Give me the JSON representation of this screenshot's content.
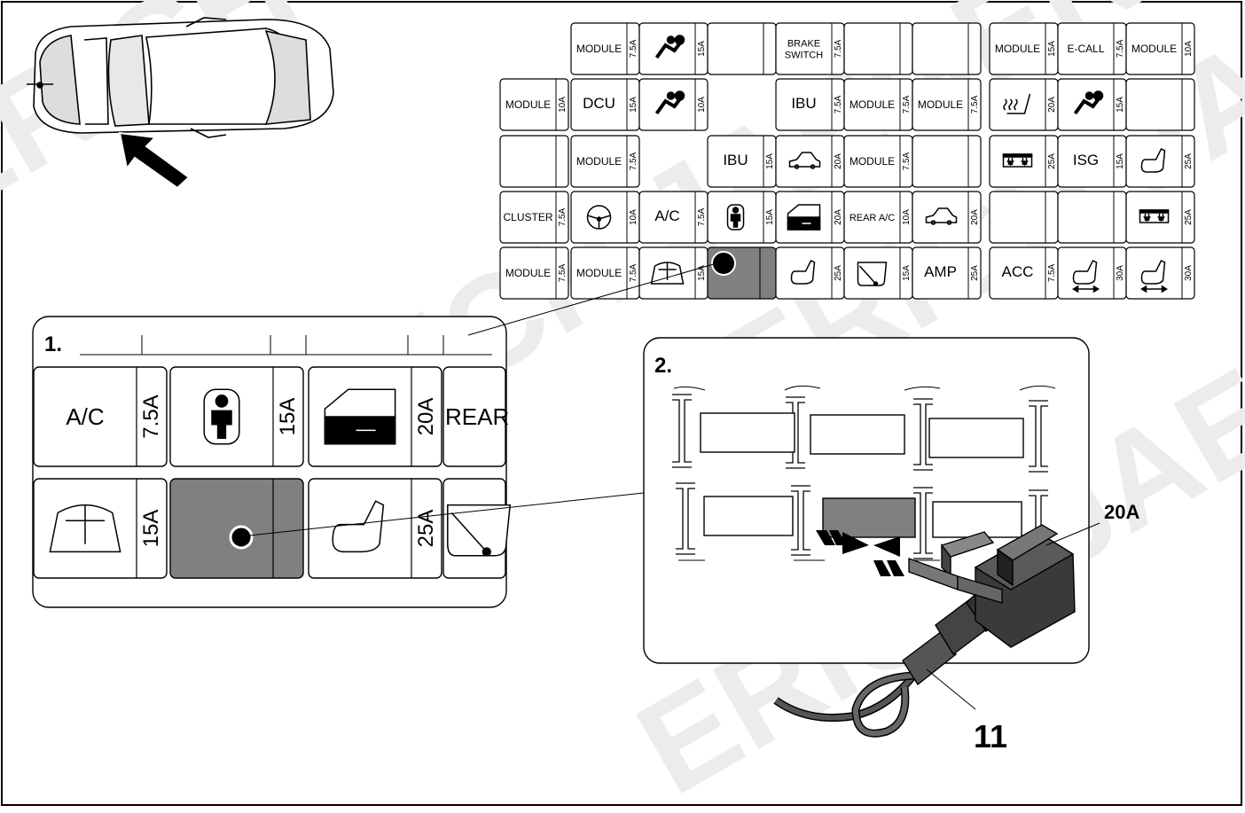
{
  "fuse_grid": {
    "rows": [
      [
        null,
        {
          "label": "MODULE",
          "amp": "7.5A"
        },
        {
          "icon": "airbag-icon",
          "amp": "15A"
        },
        {
          "label": "",
          "amp": ""
        },
        {
          "label": "BRAKE\nSWITCH",
          "amp": "7.5A"
        },
        {
          "label": "",
          "amp": ""
        },
        {
          "label": "",
          "amp": ""
        },
        {
          "label": "MODULE",
          "amp": "15A"
        },
        {
          "label": "E-CALL",
          "amp": "7.5A"
        },
        {
          "label": "MODULE",
          "amp": "10A"
        }
      ],
      [
        {
          "label": "MODULE",
          "amp": "10A"
        },
        {
          "label": "DCU",
          "amp": "15A"
        },
        {
          "icon": "airbag-icon",
          "amp": "10A"
        },
        {
          "label": "IBU",
          "amp": "7.5A"
        },
        {
          "label": "MODULE",
          "amp": "7.5A"
        },
        {
          "label": "MODULE",
          "amp": "7.5A"
        },
        {
          "icon": "seat-heater-icon",
          "amp": "20A"
        },
        {
          "icon": "airbag-icon",
          "amp": "15A"
        },
        {
          "label": "",
          "amp": ""
        }
      ],
      [
        {
          "label": "",
          "amp": ""
        },
        {
          "label": "MODULE",
          "amp": "7.5A"
        },
        {
          "label": "IBU",
          "amp": "15A"
        },
        {
          "icon": "car-icon",
          "amp": "20A"
        },
        {
          "label": "MODULE",
          "amp": "7.5A"
        },
        {
          "label": "",
          "amp": ""
        },
        {
          "icon": "window-icon",
          "amp": "25A"
        },
        {
          "label": "ISG",
          "amp": "15A"
        },
        {
          "icon": "seat-icon",
          "amp": "25A"
        }
      ],
      [
        {
          "label": "CLUSTER",
          "amp": "7.5A"
        },
        {
          "icon": "steering-wheel-icon",
          "amp": "10A"
        },
        {
          "label": "A/C",
          "amp": "7.5A"
        },
        {
          "icon": "child-lock-icon",
          "amp": "15A"
        },
        {
          "icon": "door-icon",
          "amp": "20A"
        },
        {
          "label": "REAR A/C",
          "amp": "10A"
        },
        {
          "icon": "trunk-icon",
          "amp": "20A"
        },
        {
          "label": "",
          "amp": ""
        },
        {
          "label": "",
          "amp": ""
        },
        {
          "icon": "window-icon",
          "amp": "25A"
        }
      ],
      [
        {
          "label": "MODULE",
          "amp": "7.5A"
        },
        {
          "label": "MODULE",
          "amp": "7.5A"
        },
        {
          "icon": "wiper-icon",
          "amp": "15A"
        },
        {
          "marker": true
        },
        {
          "icon": "seat-icon",
          "amp": "25A"
        },
        {
          "icon": "mirror-icon",
          "amp": "15A"
        },
        {
          "label": "AMP",
          "amp": "25A"
        },
        {
          "label": "ACC",
          "amp": "7.5A"
        },
        {
          "icon": "seat-slide-icon",
          "amp": "30A"
        },
        {
          "icon": "seat-slide-icon",
          "amp": "30A"
        }
      ]
    ]
  },
  "detail1": {
    "step": "1.",
    "top": [
      {
        "label": "A/C",
        "amp": "7.5A"
      },
      {
        "icon": "child-lock-icon",
        "amp": "15A"
      },
      {
        "icon": "door-icon",
        "amp": "20A"
      },
      {
        "label": "REAR",
        "amp": ""
      }
    ],
    "bottom": [
      {
        "icon": "wiper-icon",
        "amp": "15A"
      },
      {
        "marker": true
      },
      {
        "icon": "seat-icon",
        "amp": "25A"
      },
      {
        "icon": "mirror-icon",
        "amp": ""
      }
    ]
  },
  "detail2": {
    "step": "2.",
    "fuse_rating": "20A",
    "callout": "11"
  },
  "watermark": "ERICH JAEGER",
  "colors": {
    "slot_fill": "#808080",
    "line": "#000000",
    "watermark": "#ececec",
    "panel": "#ffffff"
  }
}
